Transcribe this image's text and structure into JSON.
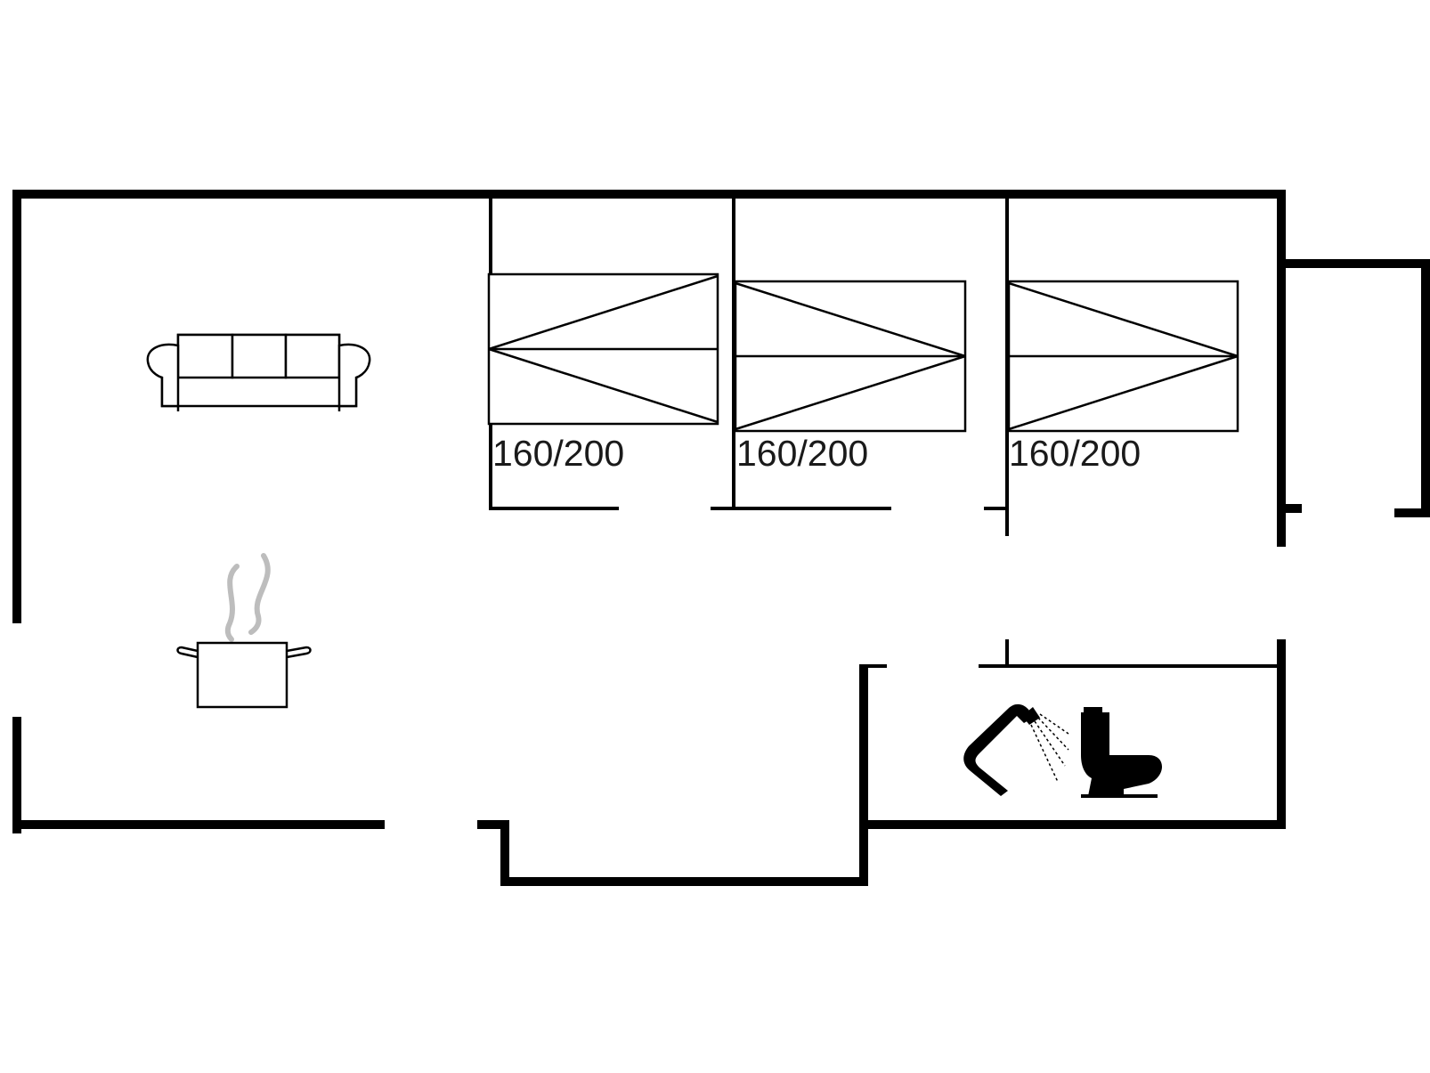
{
  "colors": {
    "background": "#ffffff",
    "wall": "#000000",
    "steam": "#bdbdbd"
  },
  "bedrooms": [
    {
      "bed_label": "160/200"
    },
    {
      "bed_label": "160/200"
    },
    {
      "bed_label": "160/200"
    }
  ],
  "icons": {
    "living": "sofa-icon",
    "kitchen": "cooking-pot-icon",
    "bathroom_shower": "shower-icon",
    "bathroom_toilet": "toilet-icon"
  }
}
